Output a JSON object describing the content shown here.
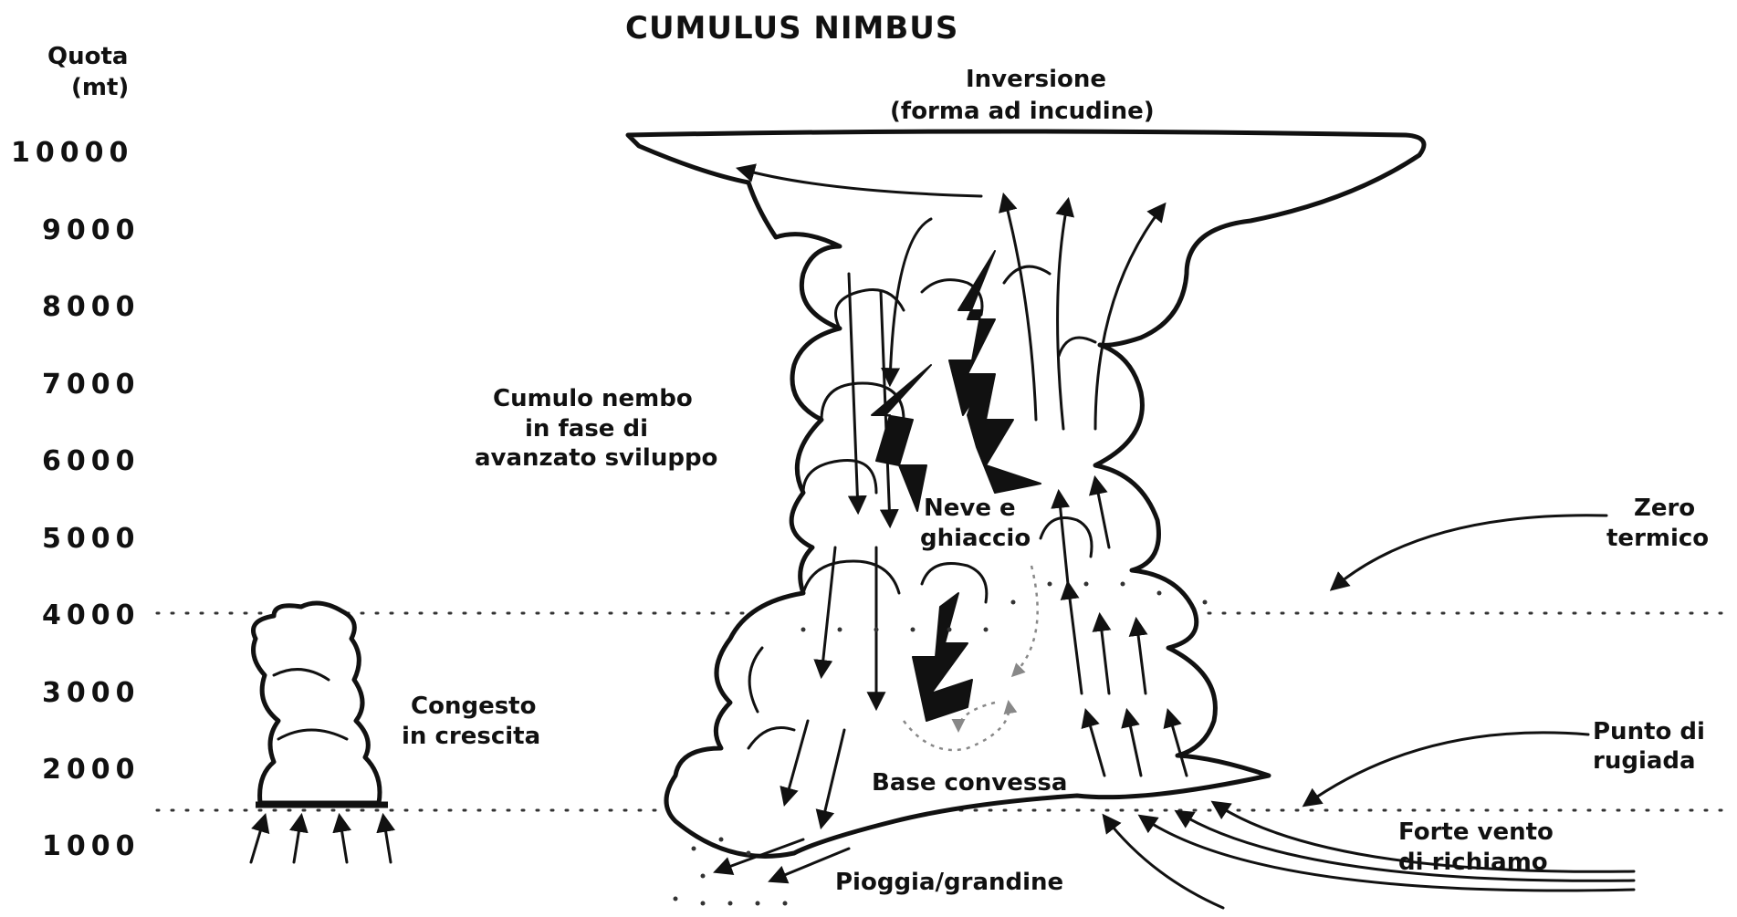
{
  "title": "CUMULUS NIMBUS",
  "axis": {
    "title_line1": "Quota",
    "title_line2": "(mt)",
    "ticks": [
      "10000",
      "9000",
      "8000",
      "7000",
      "6000",
      "5000",
      "4000",
      "3000",
      "2000",
      "1000"
    ]
  },
  "labels": {
    "inversione_line1": "Inversione",
    "inversione_line2": "(forma ad incudine)",
    "cumulo_line1": "Cumulo nembo",
    "cumulo_line2": "in fase di",
    "cumulo_line3": "avanzato sviluppo",
    "neve_line1": "Neve e",
    "neve_line2": "ghiaccio",
    "zero_line1": "Zero",
    "zero_line2": "termico",
    "congesto_line1": "Congesto",
    "congesto_line2": "in crescita",
    "base": "Base convessa",
    "punto_line1": "Punto di",
    "punto_line2": "rugiada",
    "vento_line1": "Forte vento",
    "vento_line2": "di richiamo",
    "pioggia": "Pioggia/grandine"
  }
}
